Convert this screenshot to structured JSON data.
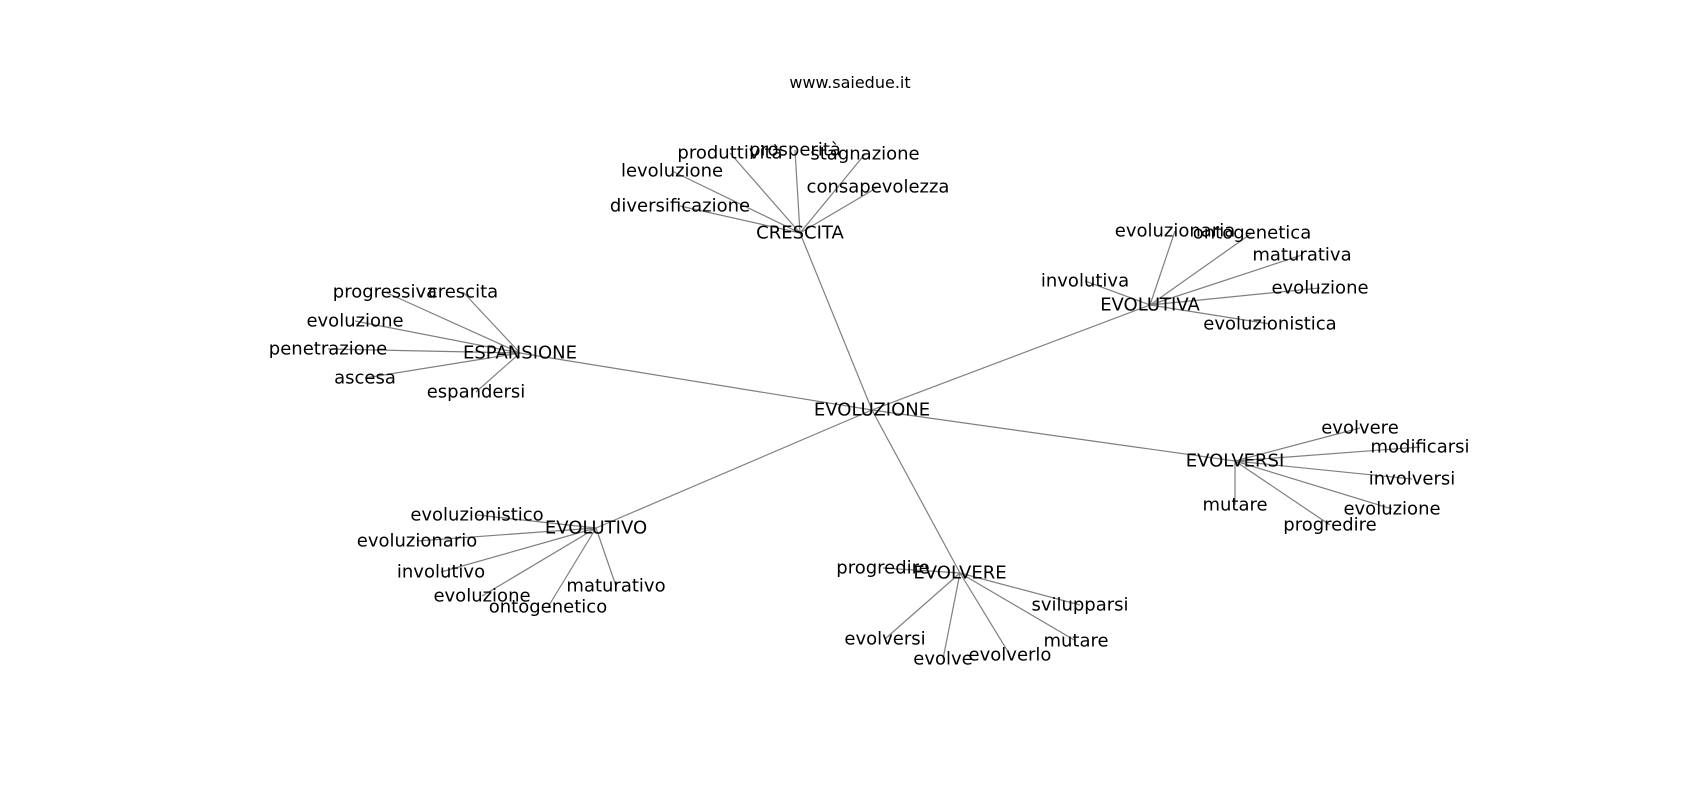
{
  "site": {
    "title": "www.saiedue.it"
  },
  "graph": {
    "root": "EVOLUZIONE",
    "edge_color": "#7f7f7f",
    "clusters": [
      {
        "id": "crescita",
        "label": "CRESCITA",
        "leaves": [
          "prosperità",
          "produttività",
          "stagnazione",
          "levoluzione",
          "consapevolezza",
          "diversificazione"
        ]
      },
      {
        "id": "evolutiva",
        "label": "EVOLUTIVA",
        "leaves": [
          "evoluzionaria",
          "ontogenetica",
          "maturativa",
          "involutiva",
          "evoluzione",
          "evoluzionistica"
        ]
      },
      {
        "id": "espansione",
        "label": "ESPANSIONE",
        "leaves": [
          "progressiva",
          "crescita",
          "evoluzione",
          "penetrazione",
          "ascesa",
          "espandersi"
        ]
      },
      {
        "id": "evolversi",
        "label": "EVOLVERSI",
        "leaves": [
          "evolvere",
          "modificarsi",
          "involversi",
          "evoluzione",
          "mutare",
          "progredire"
        ]
      },
      {
        "id": "evolutivo",
        "label": "EVOLUTIVO",
        "leaves": [
          "evoluzionistico",
          "evoluzionario",
          "involutivo",
          "evoluzione",
          "maturativo",
          "ontogenetico"
        ]
      },
      {
        "id": "evolvere",
        "label": "EVOLVERE",
        "leaves": [
          "progredire",
          "svilupparsi",
          "evolversi",
          "mutare",
          "evolve",
          "evolverlo"
        ]
      }
    ]
  }
}
